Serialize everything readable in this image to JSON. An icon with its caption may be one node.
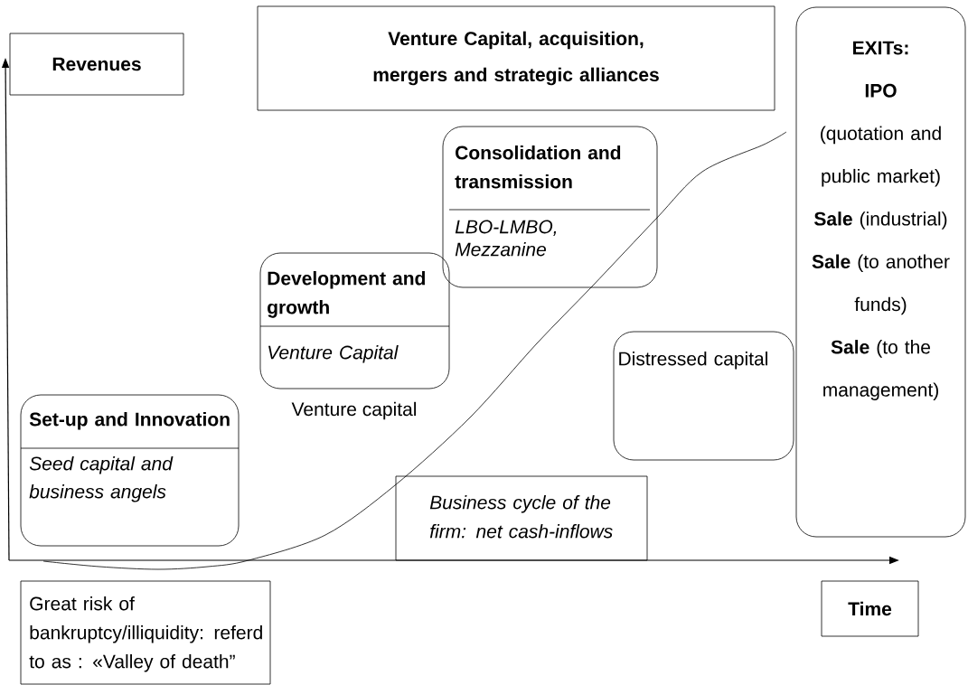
{
  "diagram": {
    "nodes": [
      {
        "text": [
          "Revenues"
        ]
      },
      {
        "text": [
          "Venture Capital, acquisition, mergers and strategic alliances"
        ]
      },
      {
        "text": [
          "Consolidation and transmission",
          "LBO-LMBO, Mezzanine"
        ]
      },
      {
        "text": [
          "Development and growth",
          "Venture Capital"
        ],
        "beside": [
          "Venture capital"
        ]
      },
      {
        "text": [
          "Set-up and Innovation",
          "Seed capital and business angels"
        ]
      },
      {
        "text": [
          "Distressed capital"
        ]
      },
      {
        "text": [
          "EXITs:",
          "IPO",
          "(quotation and public market)",
          "**Sale** (industrial)",
          "**Sale** (to another funds)",
          "**Sale** (to the management)"
        ]
      },
      {
        "text": [
          "Business cycle of the firm: net cash-inflows"
        ]
      },
      {
        "text": [
          "Great risk of bankruptcy/illiquidity: referd to as : «Valley of death”"
        ]
      },
      {
        "text": [
          "Time"
        ]
      }
    ]
  }
}
